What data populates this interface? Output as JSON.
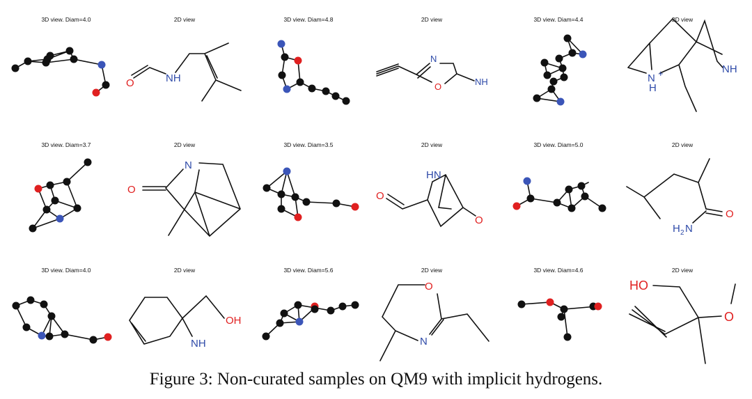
{
  "panel_titles": [
    "3D view. Diam=4.0",
    "2D view",
    "3D view. Diam=4.8",
    "2D view",
    "3D view. Diam=4.4",
    "2D view",
    "3D view. Diam=3.7",
    "2D view",
    "3D view. Diam=3.5",
    "2D view",
    "3D view. Diam=5.0",
    "2D view",
    "3D view. Diam=4.0",
    "2D view",
    "3D view. Diam=5.6",
    "2D view",
    "3D view. Diam=4.6",
    "2D view"
  ],
  "atom_labels": {
    "p1_o": "O",
    "p1_nh": "NH",
    "p3_n": "N",
    "p3_o": "O",
    "p3_nh": "NH",
    "p5_n": "N",
    "p5_h": "H",
    "p5_plus": "+",
    "p5_nh": "NH",
    "p7_n": "N",
    "p7_o": "O",
    "p9_hn": "HN",
    "p9_o1": "O",
    "p9_o2": "O",
    "p11_h2n": "H",
    "p11_sub2": "2",
    "p11_n": "N",
    "p11_o": "O",
    "p13_oh": "OH",
    "p13_nh": "NH",
    "p15_o": "O",
    "p15_n": "N",
    "p17_ho": "HO",
    "p17_o": "O"
  },
  "caption": "Figure 3: Non-curated samples on QM9 with implicit hydrogens.",
  "colors": {
    "carbon": "#111111",
    "oxygen": "#e02020",
    "nitrogen": "#3b55b8"
  }
}
